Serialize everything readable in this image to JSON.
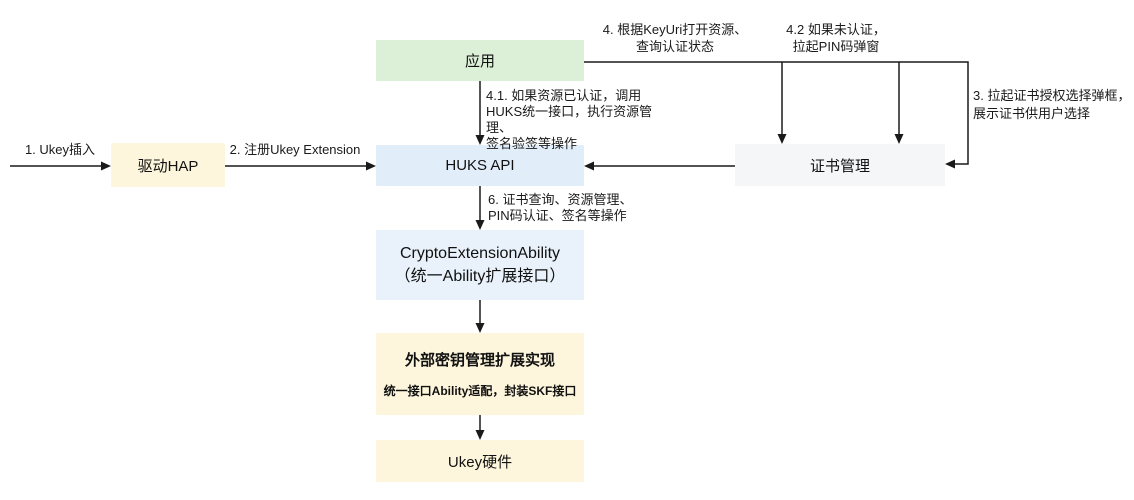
{
  "diagram": {
    "title_hint": "Ukey / HUKS crypto extension architecture flow",
    "nodes": {
      "app": {
        "label": "应用"
      },
      "driver_hap": {
        "label": "驱动HAP"
      },
      "huks_api": {
        "label": "HUKS API"
      },
      "cert_mgmt": {
        "label": "证书管理"
      },
      "crypto_ext": {
        "line1": "CryptoExtensionAbility",
        "line2": "（统一Ability扩展接口）"
      },
      "ext_impl": {
        "title": "外部密钥管理扩展实现",
        "subtitle": "统一接口Ability适配，封装SKF接口"
      },
      "ukey_hw": {
        "label": "Ukey硬件"
      }
    },
    "edges": {
      "ukey_insert": "1. Ukey插入",
      "register_ext": "2. 注册Ukey Extension",
      "cert_dialog": "3. 拉起证书授权选择弹框，\n展示证书供用户选择",
      "open_resource": "4. 根据KeyUri打开资源、\n查询认证状态",
      "authed_call": "4.1. 如果资源已认证，调用\nHUKS统一接口，执行资源管理、\n签名验签等操作",
      "not_authed": "4.2 如果未认证，\n拉起PIN码弹窗",
      "huks_ops": "6. 证书查询、资源管理、\nPIN码认证、签名等操作"
    },
    "colors": {
      "app_fill": "#dcf0d8",
      "huks_fill": "#e1edf9",
      "crypto_fill": "#e9f2fb",
      "yellow_fill": "#fdf6dc",
      "cert_fill": "#f5f6f7",
      "line": "#1a1a1a",
      "background": "#ffffff"
    }
  }
}
